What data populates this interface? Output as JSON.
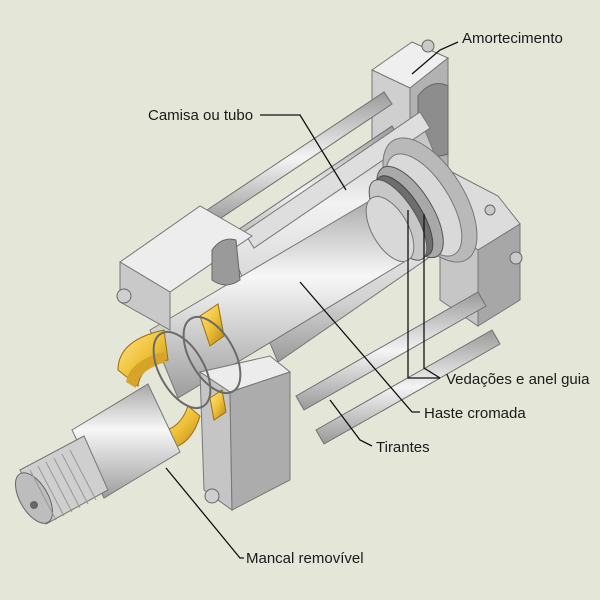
{
  "labels": {
    "amortecimento": "Amortecimento",
    "camisa": "Camisa ou tubo",
    "vedacoes": "Vedações e anel guia",
    "haste": "Haste cromada",
    "tirantes": "Tirantes",
    "mancal": "Mancal removível"
  },
  "colors": {
    "background": "#e4e6d8",
    "metal_light": "#e6e6e6",
    "metal_mid": "#c4c4c4",
    "metal_dark": "#8e8e8e",
    "bearing": "#f0c23a",
    "bearing_dark": "#c9931a"
  }
}
